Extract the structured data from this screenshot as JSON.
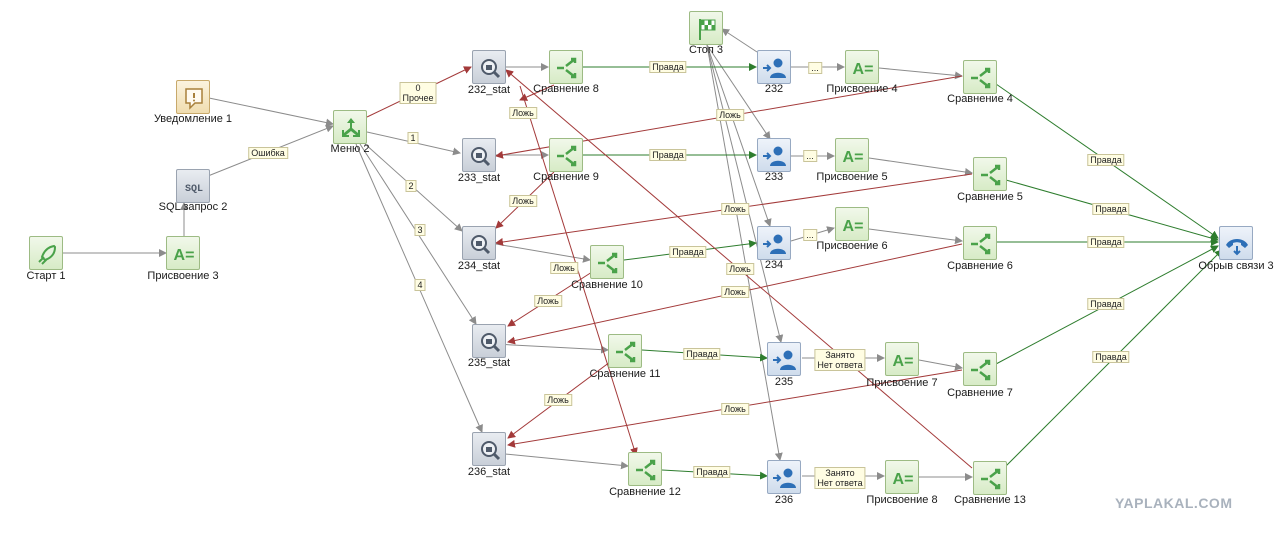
{
  "watermark": "YAPLAKAL.COM",
  "nodes": {
    "start1": "Старт 1",
    "assign3": "Присвоение 3",
    "sql2": "SQL запрос 2",
    "notify1": "Уведомление 1",
    "menu2": "Меню 2",
    "stat232": "232_stat",
    "stat233": "233_stat",
    "stat234": "234_stat",
    "stat235": "235_stat",
    "stat236": "236_stat",
    "cmp8": "Сравнение 8",
    "cmp9": "Сравнение 9",
    "cmp10": "Сравнение 10",
    "cmp11": "Сравнение 11",
    "cmp12": "Сравнение 12",
    "stop3": "Стоп 3",
    "op232": "232",
    "op233": "233",
    "op234": "234",
    "op235": "235",
    "op236": "236",
    "assign4": "Присвоение 4",
    "assign5": "Присвоение 5",
    "assign6": "Присвоение 6",
    "assign7": "Присвоение 7",
    "assign8": "Присвоение 8",
    "cmp4": "Сравнение 4",
    "cmp5": "Сравнение 5",
    "cmp6": "Сравнение 6",
    "cmp7": "Сравнение 7",
    "cmp13": "Сравнение 13",
    "hangup3": "Обрыв связи 3"
  },
  "edge_labels": {
    "error": "Ошибка",
    "other_line1": "0",
    "other_line2": "Прочее",
    "one": "1",
    "two": "2",
    "three": "3",
    "four": "4",
    "true": "Правда",
    "false": "Ложь",
    "ellipsis": "...",
    "busy_line1": "Занято",
    "busy_line2": "Нет ответа"
  },
  "colors": {
    "edge_gray": "#8c8c8c",
    "edge_green": "#2e7d2e",
    "edge_red": "#a33a3a",
    "icon_green": "#4aa24a",
    "icon_blue": "#2d6fb7"
  }
}
